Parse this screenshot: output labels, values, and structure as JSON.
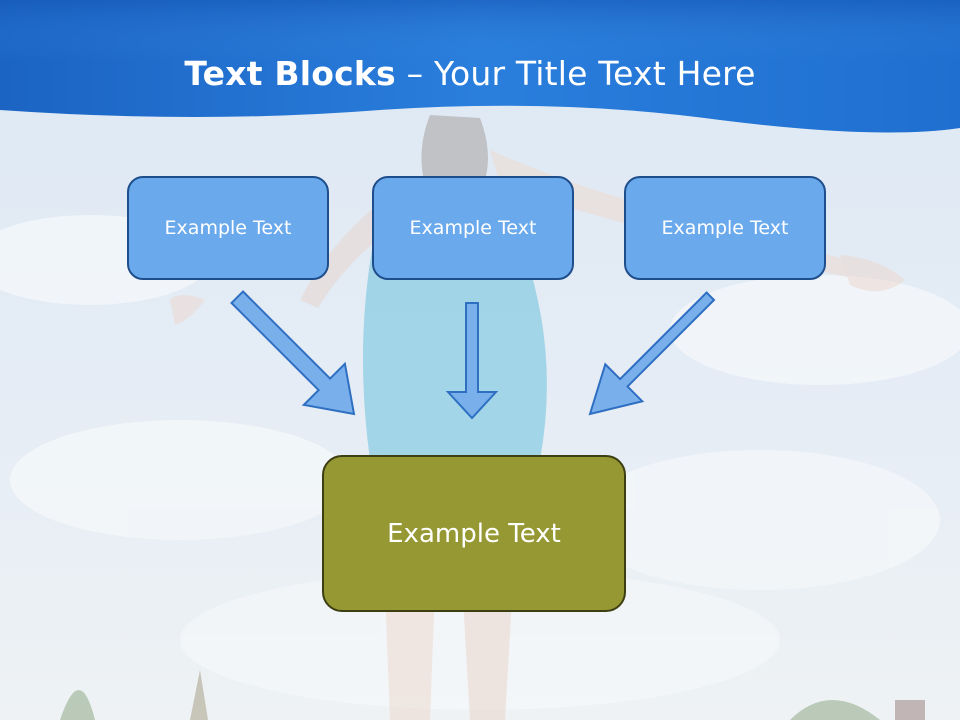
{
  "slide": {
    "title_bold": "Text Blocks",
    "title_dash": "–",
    "title_rest": "Your Title Text Here"
  },
  "blocks": {
    "top": [
      "Example Text",
      "Example Text",
      "Example Text"
    ],
    "bottom": "Example Text"
  },
  "colors": {
    "header_blue": "#1f6fd0",
    "top_box_fill": "#6aa9ec",
    "top_box_border": "#1f4e8c",
    "bottom_box_fill": "#969833",
    "bottom_box_border": "#3d3f12",
    "arrow_fill": "#79b0ec",
    "arrow_stroke": "#2f6fc2"
  }
}
